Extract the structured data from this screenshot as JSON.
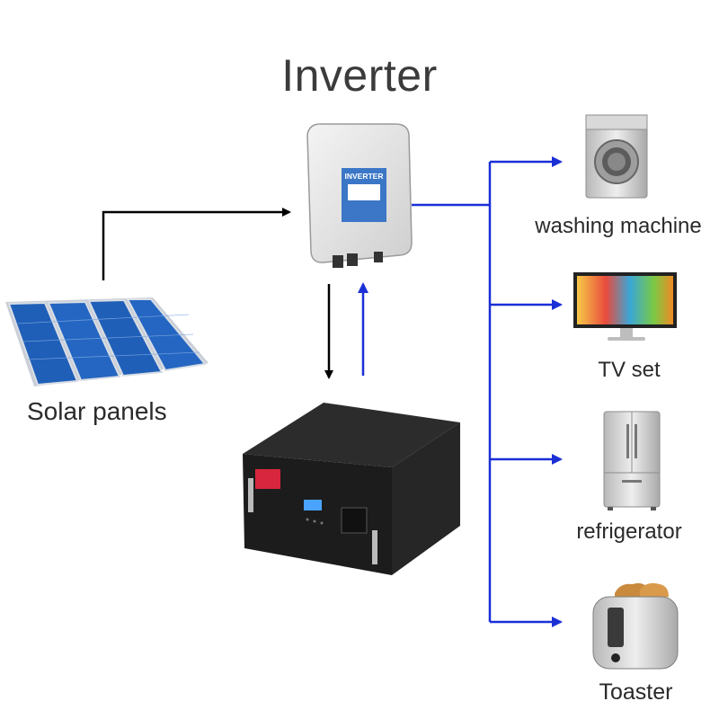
{
  "title": "Inverter",
  "inverter": {
    "panel_label": "INVERTER"
  },
  "source": {
    "label": "Solar panels"
  },
  "appliances": [
    {
      "label": "washing machine",
      "icon": "washing-machine-icon"
    },
    {
      "label": "TV set",
      "icon": "tv-icon"
    },
    {
      "label": "refrigerator",
      "icon": "refrigerator-icon"
    },
    {
      "label": "Toaster",
      "icon": "toaster-icon"
    }
  ],
  "colors": {
    "power_in": "#000000",
    "power_out": "#1a2fd6"
  }
}
